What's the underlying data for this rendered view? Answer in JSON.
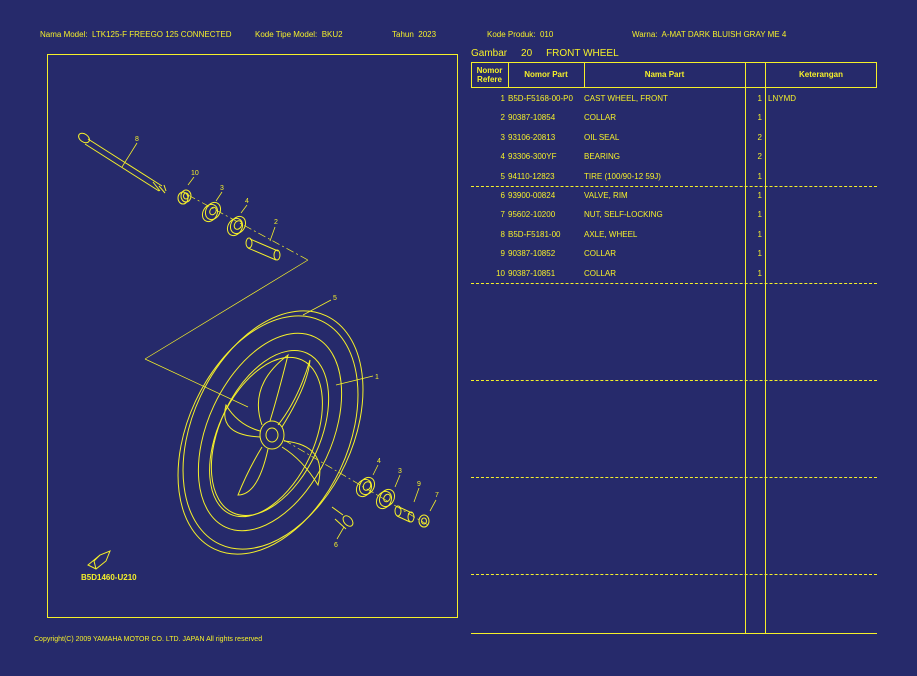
{
  "header": {
    "model_label": "Nama Model:",
    "model_value": "LTK125-F FREEGO 125 CONNECTED",
    "type_label": "Kode Tipe Model:",
    "type_value": "BKU2",
    "year_label": "Tahun",
    "year_value": "2023",
    "product_label": "Kode Produk:",
    "product_value": "010",
    "color_label": "Warna:",
    "color_value": "A-MAT DARK BLUISH GRAY ME 4"
  },
  "figure": {
    "label": "Gambar",
    "number": "20",
    "title": "FRONT WHEEL"
  },
  "diagram": {
    "code": "B5D1460-U210",
    "callouts": [
      "1",
      "2",
      "3",
      "4",
      "5",
      "6",
      "7",
      "8",
      "9",
      "10"
    ]
  },
  "table": {
    "headers": {
      "ref": "Nomor Refere",
      "part_no": "Nomor Part",
      "name": "Nama Part",
      "qty": "",
      "remark": "Keterangan"
    },
    "rows": [
      {
        "ref": "1",
        "part_no": "B5D-F5168-00-P0",
        "name": "CAST WHEEL, FRONT",
        "qty": "1",
        "remark": "LNYMD"
      },
      {
        "ref": "2",
        "part_no": "90387-10854",
        "name": "COLLAR",
        "qty": "1",
        "remark": ""
      },
      {
        "ref": "3",
        "part_no": "93106-20813",
        "name": "OIL SEAL",
        "qty": "2",
        "remark": ""
      },
      {
        "ref": "4",
        "part_no": "93306-300YF",
        "name": "BEARING",
        "qty": "2",
        "remark": ""
      },
      {
        "ref": "5",
        "part_no": "94110-12823",
        "name": "TIRE (100/90-12 59J)",
        "qty": "1",
        "remark": ""
      },
      {
        "ref": "6",
        "part_no": "93900-00824",
        "name": "VALVE, RIM",
        "qty": "1",
        "remark": ""
      },
      {
        "ref": "7",
        "part_no": "95602-10200",
        "name": "NUT, SELF-LOCKING",
        "qty": "1",
        "remark": ""
      },
      {
        "ref": "8",
        "part_no": "B5D-F5181-00",
        "name": "AXLE, WHEEL",
        "qty": "1",
        "remark": ""
      },
      {
        "ref": "9",
        "part_no": "90387-10852",
        "name": "COLLAR",
        "qty": "1",
        "remark": ""
      },
      {
        "ref": "10",
        "part_no": "90387-10851",
        "name": "COLLAR",
        "qty": "1",
        "remark": ""
      }
    ]
  },
  "footer": {
    "copyright": "Copyright(C) 2009 YAMAHA MOTOR CO. LTD. JAPAN All rights reserved"
  },
  "colors": {
    "background": "#262a6b",
    "foreground": "#f5f02a"
  }
}
